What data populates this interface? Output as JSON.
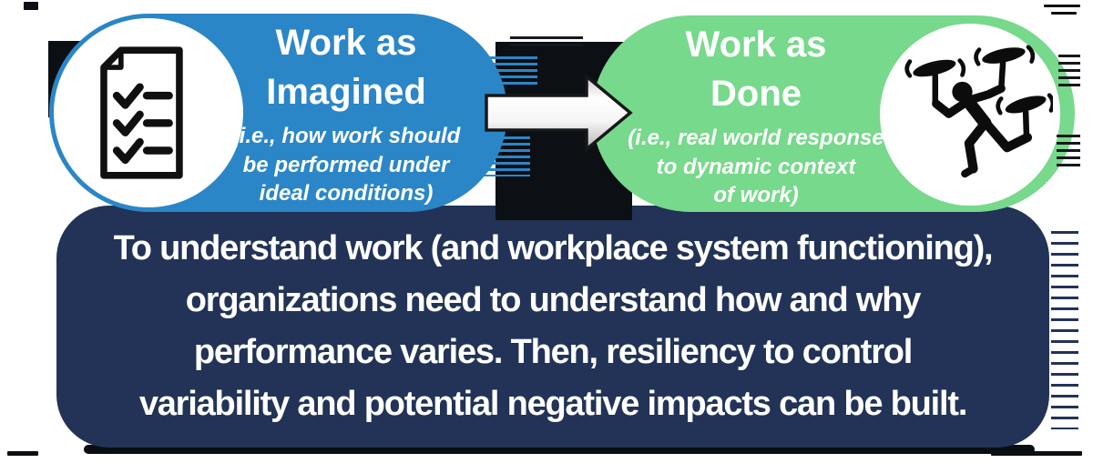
{
  "left_card": {
    "color": "#2b86c8",
    "icon": "checklist-document-icon",
    "title_line1": "Work as",
    "title_line2": "Imagined",
    "subtitle_lines": [
      "(i.e., how work should",
      "be performed under",
      "ideal conditions)"
    ]
  },
  "right_card": {
    "color": "#77d98b",
    "icon": "plate-spinner-icon",
    "title_line1": "Work as",
    "title_line2": "Done",
    "subtitle_lines": [
      "(i.e., real world response",
      "to dynamic context",
      "of work)"
    ]
  },
  "arrow": {
    "icon": "right-arrow-icon",
    "direction": "right",
    "fill": "#ffffff",
    "outline": "#17181a"
  },
  "bottom_panel": {
    "color": "#223357",
    "text_color": "#ffffff",
    "text_lines": [
      "To understand work (and workplace system functioning),",
      "organizations need to understand how and why",
      "performance varies. Then, resiliency to control",
      "variability and potential negative impacts can be built."
    ]
  }
}
